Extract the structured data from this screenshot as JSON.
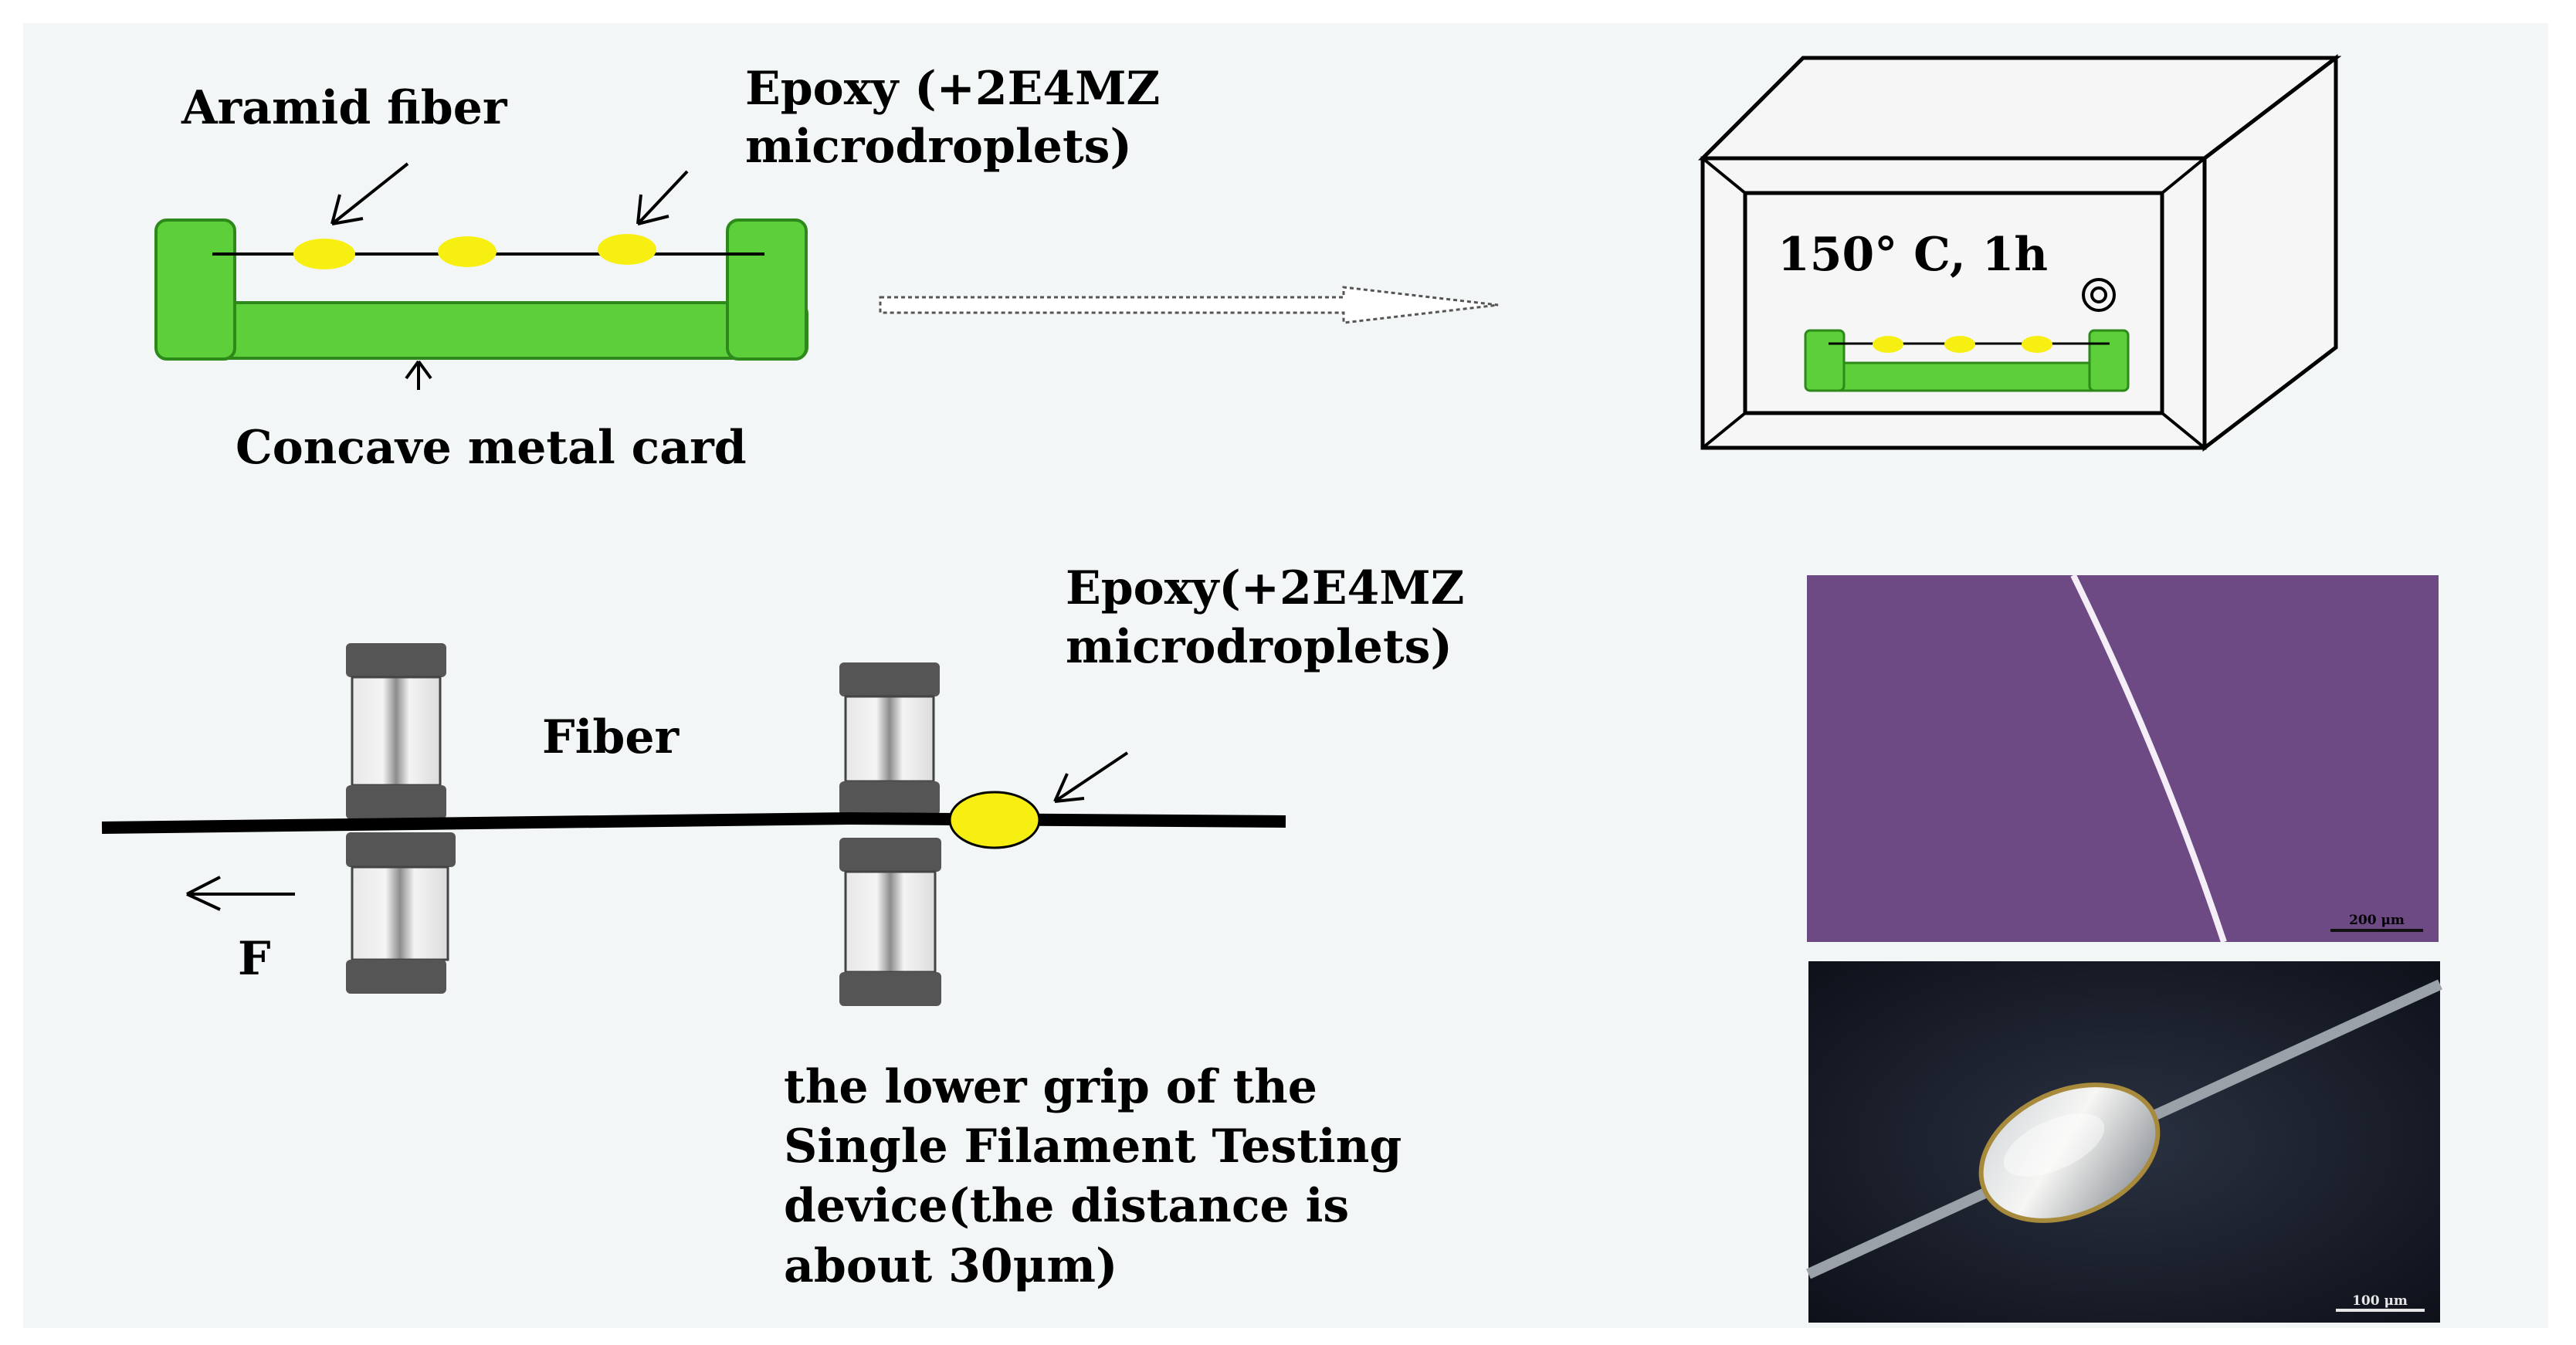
{
  "labels": {
    "aramid_fiber": "Aramid fiber",
    "epoxy_top_line1": "Epoxy (+2E4MZ",
    "epoxy_top_line2": "microdroplets)",
    "concave_card": "Concave metal card",
    "oven_condition": "150° C, 1h",
    "epoxy_bottom_line1": "Epoxy(+2E4MZ",
    "epoxy_bottom_line2": "microdroplets)",
    "fiber": "Fiber",
    "force": "F",
    "grip_line1": "the lower grip of the",
    "grip_line2": "Single Filament Testing",
    "grip_line3": "device(the distance is",
    "grip_line4": "about 30μm)"
  },
  "micrographs": {
    "top_scale": "200 μm",
    "bottom_scale": "100 μm"
  },
  "colors": {
    "card_green": "#5dcf3a",
    "droplet_yellow": "#f7ef12",
    "micrograph_top_bg": "#6e4a84",
    "micrograph_bottom_bg": "#151a26",
    "background": "#f3f6f6"
  },
  "icons": {
    "oven_knob": "concentric-circle-icon"
  }
}
